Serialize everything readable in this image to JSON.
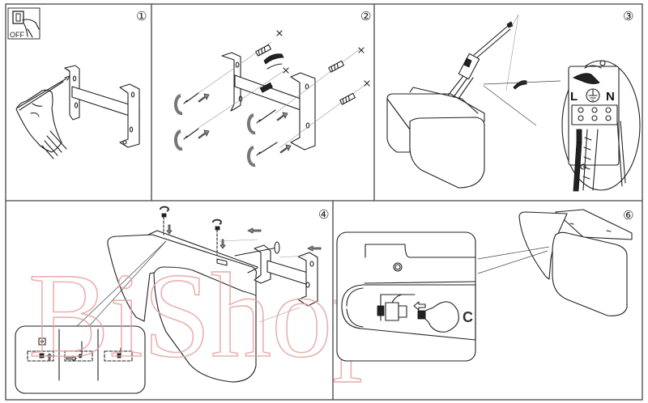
{
  "document": {
    "type": "assembly-instructions",
    "subject": "wall lamp installation"
  },
  "steps": [
    {
      "number": "①",
      "id": "step-1",
      "description": "mark drilling holes using bracket",
      "switch_label": "OFF"
    },
    {
      "number": "②",
      "id": "step-2",
      "description": "fix bracket with wall plugs and screws"
    },
    {
      "number": "③",
      "id": "step-3",
      "description": "connect wires to terminal block",
      "terminal_labels": [
        "L",
        "N"
      ],
      "ground_symbol": "earth-ground-icon"
    },
    {
      "number": "④",
      "id": "step-4",
      "description": "mount lamp body onto bracket and secure screws"
    },
    {
      "number": "⑥",
      "id": "step-6",
      "description": "insert bulb into socket"
    }
  ],
  "watermark": {
    "text": "BiShop",
    "color": "#e6a3a3"
  },
  "colors": {
    "line": "#222222",
    "frame": "#444444",
    "arrow": "#8a8a8a"
  }
}
